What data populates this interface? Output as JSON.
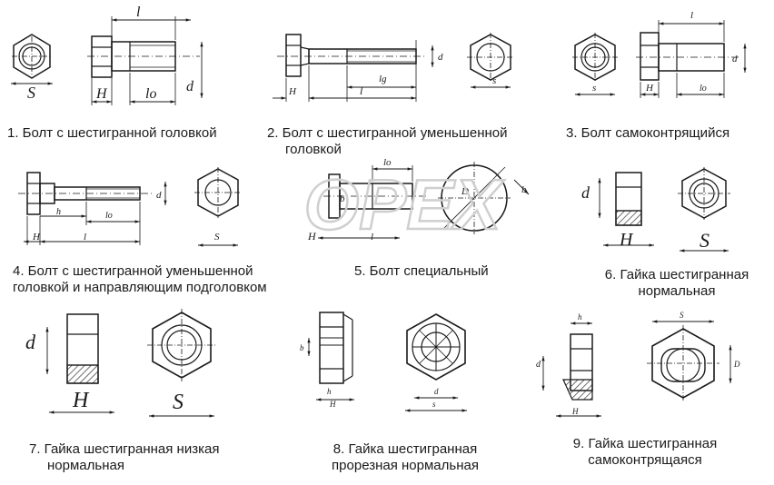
{
  "captions": [
    {
      "id": 1,
      "lines": [
        "1. Болт с шестигранной головкой"
      ]
    },
    {
      "id": 2,
      "lines": [
        "2. Болт с шестигранной уменьшенной",
        "головкой"
      ]
    },
    {
      "id": 3,
      "lines": [
        "3. Болт самоконтрящийся"
      ]
    },
    {
      "id": 4,
      "lines": [
        "4. Болт с шестигранной уменьшенной",
        "головкой и направляющим подголовком"
      ]
    },
    {
      "id": 5,
      "lines": [
        "5. Болт специальный"
      ]
    },
    {
      "id": 6,
      "lines": [
        "6. Гайка шестигранная",
        "нормальная"
      ]
    },
    {
      "id": 7,
      "lines": [
        "7. Гайка шестигранная низкая",
        "нормальная"
      ]
    },
    {
      "id": 8,
      "lines": [
        "8. Гайка шестигранная",
        "прорезная нормальная"
      ]
    },
    {
      "id": 9,
      "lines": [
        "9. Гайка шестигранная",
        "самоконтрящаяся"
      ]
    }
  ],
  "dims": {
    "l": "l",
    "S": "S",
    "s": "s",
    "H": "H",
    "h": "h",
    "lo": "lo",
    "d": "d",
    "lg": "lg",
    "b": "b",
    "D": "D"
  },
  "watermark": "OPEX",
  "colors": {
    "ink": "#1a1a1a",
    "hatch": "#333333",
    "watermark": "#cfcfcf"
  }
}
